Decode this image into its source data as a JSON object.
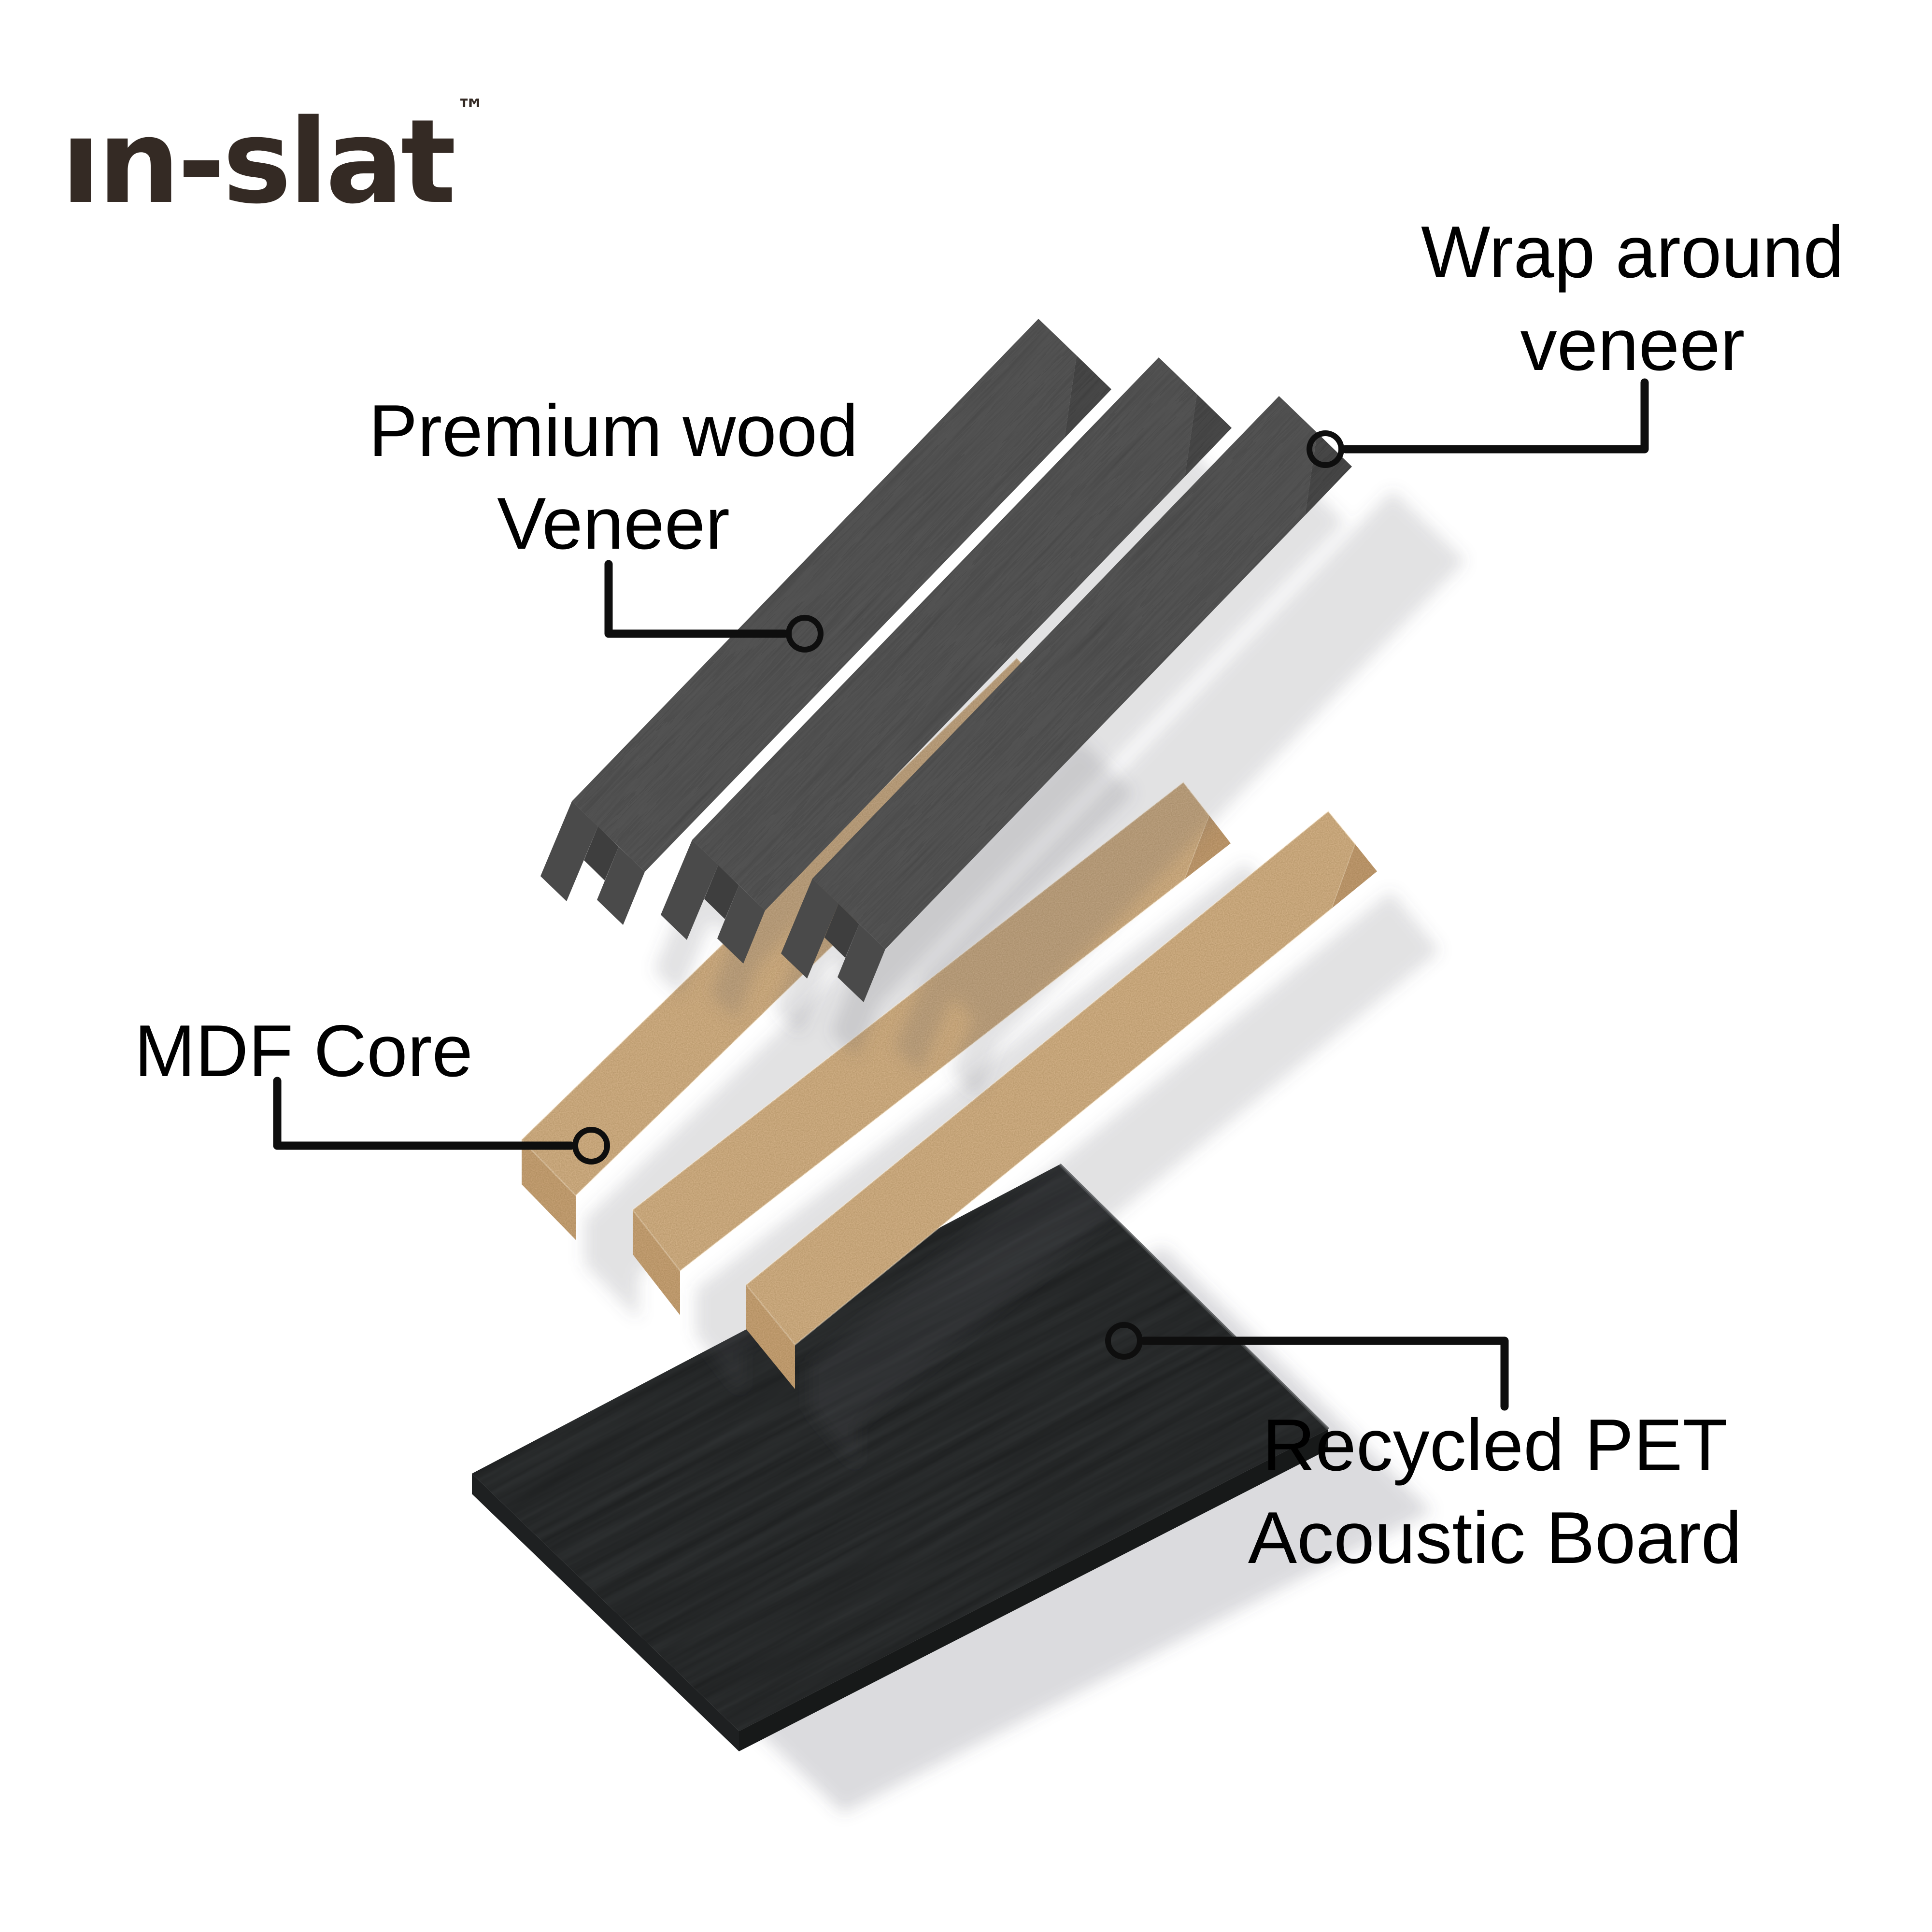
{
  "logo": {
    "text": "ın-slat",
    "trademark": "™",
    "color": "#342a24"
  },
  "labels": {
    "wrap": {
      "line1": "Wrap around",
      "line2": "veneer"
    },
    "premium": {
      "line1": "Premium wood",
      "line2": "Veneer"
    },
    "mdf": {
      "line1": "MDF Core"
    },
    "pet": {
      "line1": "Recycled PET",
      "line2": "Acoustic Board"
    }
  },
  "parts": [
    {
      "name": "wrap-around-veneer-slat",
      "count": 3
    },
    {
      "name": "mdf-core-slat",
      "count": 3
    },
    {
      "name": "recycled-pet-acoustic-board",
      "count": 1
    }
  ],
  "colors": {
    "background": "#ffffff",
    "label_text": "#000000",
    "leader": "#0e0e0e",
    "veneer_top": "#5d5d5d",
    "veneer_facet": "#4f4f4f",
    "veneer_leg": "#4a4a4a",
    "veneer_notch": "#3e3e3e",
    "mdf_top": "#dcba8e",
    "mdf_side": "#c19c6d",
    "mdf_end": "#d0aa7c",
    "mdf_facet": "#c9a276",
    "board_top": "#323536",
    "board_edge_left": "#1e2021",
    "board_edge_right": "#171919",
    "shadow": "#5a5a64"
  }
}
